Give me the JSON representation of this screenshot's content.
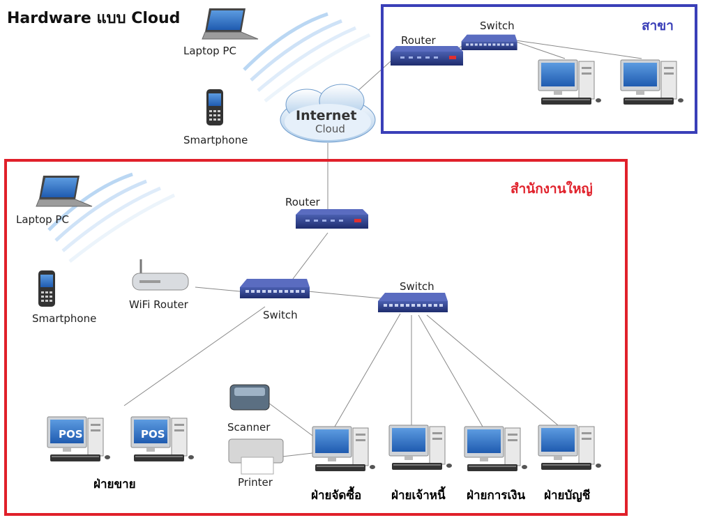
{
  "title": "Hardware แบบ Cloud",
  "branch": {
    "title": "สาขา",
    "router_label": "Router",
    "switch_label": "Switch"
  },
  "remote": {
    "laptop_label": "Laptop PC",
    "smartphone_label": "Smartphone"
  },
  "cloud": {
    "line1": "Internet",
    "line2": "Cloud"
  },
  "hq": {
    "title": "สำนักงานใหญ่",
    "router_label": "Router",
    "laptop_label": "Laptop PC",
    "smartphone_label": "Smartphone",
    "wifi_label": "WiFi Router",
    "switch1_label": "Switch",
    "switch2_label": "Switch",
    "scanner_label": "Scanner",
    "printer_label": "Printer",
    "pos_label": "POS",
    "departments": {
      "sales": "ฝ่ายขาย",
      "purchasing": "ฝ่ายจัดซื้อ",
      "payable": "ฝ่ายเจ้าหนี้",
      "finance": "ฝ่ายการเงิน",
      "accounting": "ฝ่ายบัญชี"
    }
  },
  "colors": {
    "branch_border": "#3a3fb8",
    "hq_border": "#e0202a",
    "device_blue": "#2c3f8a",
    "screen_blue": "#3a74c8"
  }
}
